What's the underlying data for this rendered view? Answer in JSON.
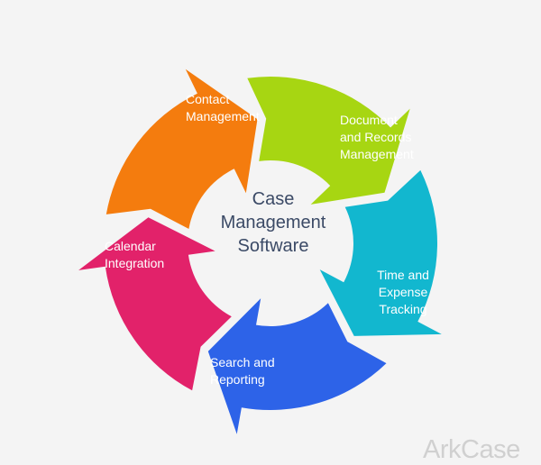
{
  "center": {
    "lines": [
      "Case",
      "Management",
      "Software"
    ]
  },
  "segments": [
    {
      "id": "contact",
      "lines": [
        "Contact",
        "Management"
      ],
      "color": "#f47c0e"
    },
    {
      "id": "document",
      "lines": [
        "Document",
        "and Records",
        "Management"
      ],
      "color": "#a7d612"
    },
    {
      "id": "time",
      "lines": [
        "Time and",
        "Expense",
        "Tracking"
      ],
      "color": "#12b7cf"
    },
    {
      "id": "search",
      "lines": [
        "Search and",
        "Reporting"
      ],
      "color": "#2d63e8"
    },
    {
      "id": "calendar",
      "lines": [
        "Calendar",
        "Integration"
      ],
      "color": "#e2226a"
    }
  ],
  "brand": "ArkCase"
}
